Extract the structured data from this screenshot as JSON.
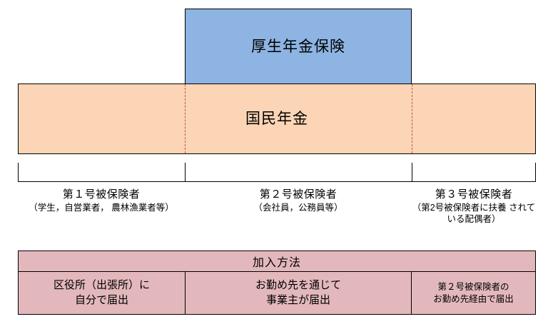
{
  "diagram": {
    "tiers": [
      {
        "id": "employees-pension",
        "label": "厚生年金保険",
        "color": "#8DB4E2"
      },
      {
        "id": "national-pension",
        "label": "国民年金",
        "color": "#FBD5B5"
      }
    ],
    "divider_color": "#C0504D",
    "insured_categories": [
      {
        "title": "第１号被保険者",
        "subtitle": "（学生，自営業者，\n農林漁業者等）"
      },
      {
        "title": "第２号被保険者",
        "subtitle": "（会社員，公務員等）"
      },
      {
        "title": "第３号被保険者",
        "subtitle": "（第2号被保険者に扶養\nされている配偶者）"
      }
    ],
    "enrollment_table": {
      "header": "加入方法",
      "fill_color": "#E3B8BC",
      "cells": [
        "区役所（出張所）に\n自分で届出",
        "お勤め先を通じて\n事業主が届出",
        "第２号被保険者の\nお勤め先経由で届出"
      ]
    }
  }
}
